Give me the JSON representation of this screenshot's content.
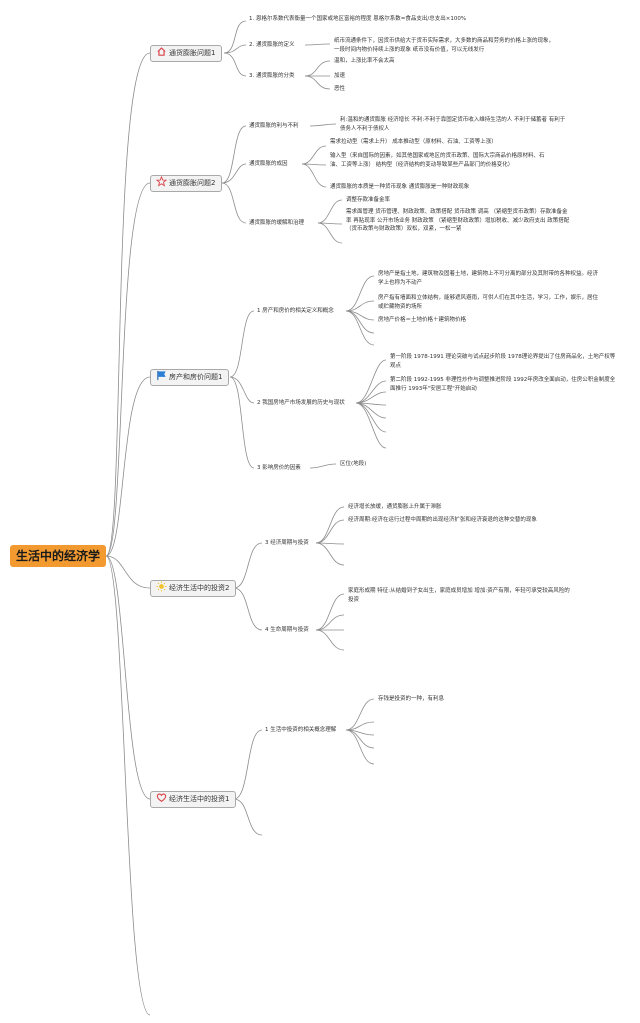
{
  "root": {
    "label": "生活中的经济学"
  },
  "branches": {
    "b1": {
      "label": "通货膨胀问题1",
      "icon": "house-icon",
      "children": {
        "c1": {
          "label": "1. 恩格尔系数代表衡量一个国家或地区富裕的程度 恩格尔系数=食品支出/总支出×100%"
        },
        "c2": {
          "label": "2. 通货膨胀的定义",
          "leaf": "纸币流通条件下，因货币供给大于货币实际需求，大多数的商品和劳务的价格上涨的现象，一段时间内物价持续上涨的现象 纸币没有价值，可以无线发行"
        },
        "c3": {
          "label": "3. 通货膨胀的分类",
          "leaves": [
            "温和，上涨比率不会太高",
            "加速",
            "恶性"
          ]
        }
      }
    },
    "b2": {
      "label": "通货膨胀问题2",
      "icon": "star-icon",
      "children": {
        "c1": {
          "label": "通货膨胀的利与不利",
          "leaf": "利:温和的通货膨胀 经济增长 不利:不利于靠固定货币收入维持生活的人 不利于储蓄者 有利于债务人不利于债权人"
        },
        "c2": {
          "label": "通货膨胀的成因",
          "leaves": [
            "需求拉动型（需求上升） 成本推动型（原材料、石油、工资等上涨）",
            "输入型（来自国际的因素，如其他国家或地区的货币政策、国际大宗商品价格原材料、石油、工资等上涨） 结构型（经济结构的变动导致某些产品部门的价格变化）",
            "通货膨胀的本质是一种货币现象 通货膨胀是一种财政现象"
          ]
        },
        "c3": {
          "label": "通货膨胀的缓解和治理",
          "leaves": [
            "调整存款准备金率",
            "需求面管理 货币管理、财政政策、政策搭配 货币政策 调高 （紧缩型货币政策）存款准备金率 再贴现率 公开市场业务 财政政策 （紧缩型财政政策）增加税收、减少政府支出 政策搭配 （货币政策与财政政策）双松，双紧，一松一紧"
          ]
        }
      }
    },
    "b3": {
      "label": "房产和房价问题1",
      "icon": "flag-icon",
      "children": {
        "c1": {
          "label": "1 房产和房价的相关定义和概念",
          "leaves": [
            "房地产是指土地，建筑物及固着土地，建筑物上不可分离的部分及其附带的各种权益。经济学上也称为不动产",
            "房产指有墙面和立体结构，能够遮风避雨，可供人们在其中生活，学习，工作，娱乐，居住或贮藏物资的场所",
            "房地产价格＝土地价格＋建筑物价格"
          ]
        },
        "c2": {
          "label": "2 我国房地产市场发展的历史与现状",
          "leaves": [
            "第一阶段 1978-1991 理论突破与试点起步阶段 1978理论界提出了住房商品化，土地产权等观点",
            "第二阶段 1992-1995 非理性炒作与调整推进阶段 1992年房改全面启动，住房公积金制度全面推行 1993年\"安居工程\"开始启动"
          ]
        },
        "c3": {
          "label": "3 影响房价的因素",
          "leaf": "区位(地段)"
        }
      }
    },
    "b4": {
      "label": "经济生活中的投资2",
      "icon": "sun-icon",
      "children": {
        "c1": {
          "label": "3 经济周期与投资",
          "leaves": [
            "经济增长放缓，通货膨胀上升属于滞胀",
            "经济周期:经济在运行过程中周期的出现经济扩张和经济衰退的这种交替的现象"
          ]
        },
        "c2": {
          "label": "4 生命周期与投资",
          "leaf": "家庭形成期 特征:从结婚到子女出生，家庭成员增加 增加:资产有限，年轻可承受较高风险的投资"
        }
      }
    },
    "b5": {
      "label": "经济生活中的投资1",
      "icon": "heart-icon",
      "children": {
        "c1": {
          "label": "1 生活中投资的相关概念理解",
          "leaf": "存钱是投资的一种，有利息"
        }
      }
    }
  }
}
